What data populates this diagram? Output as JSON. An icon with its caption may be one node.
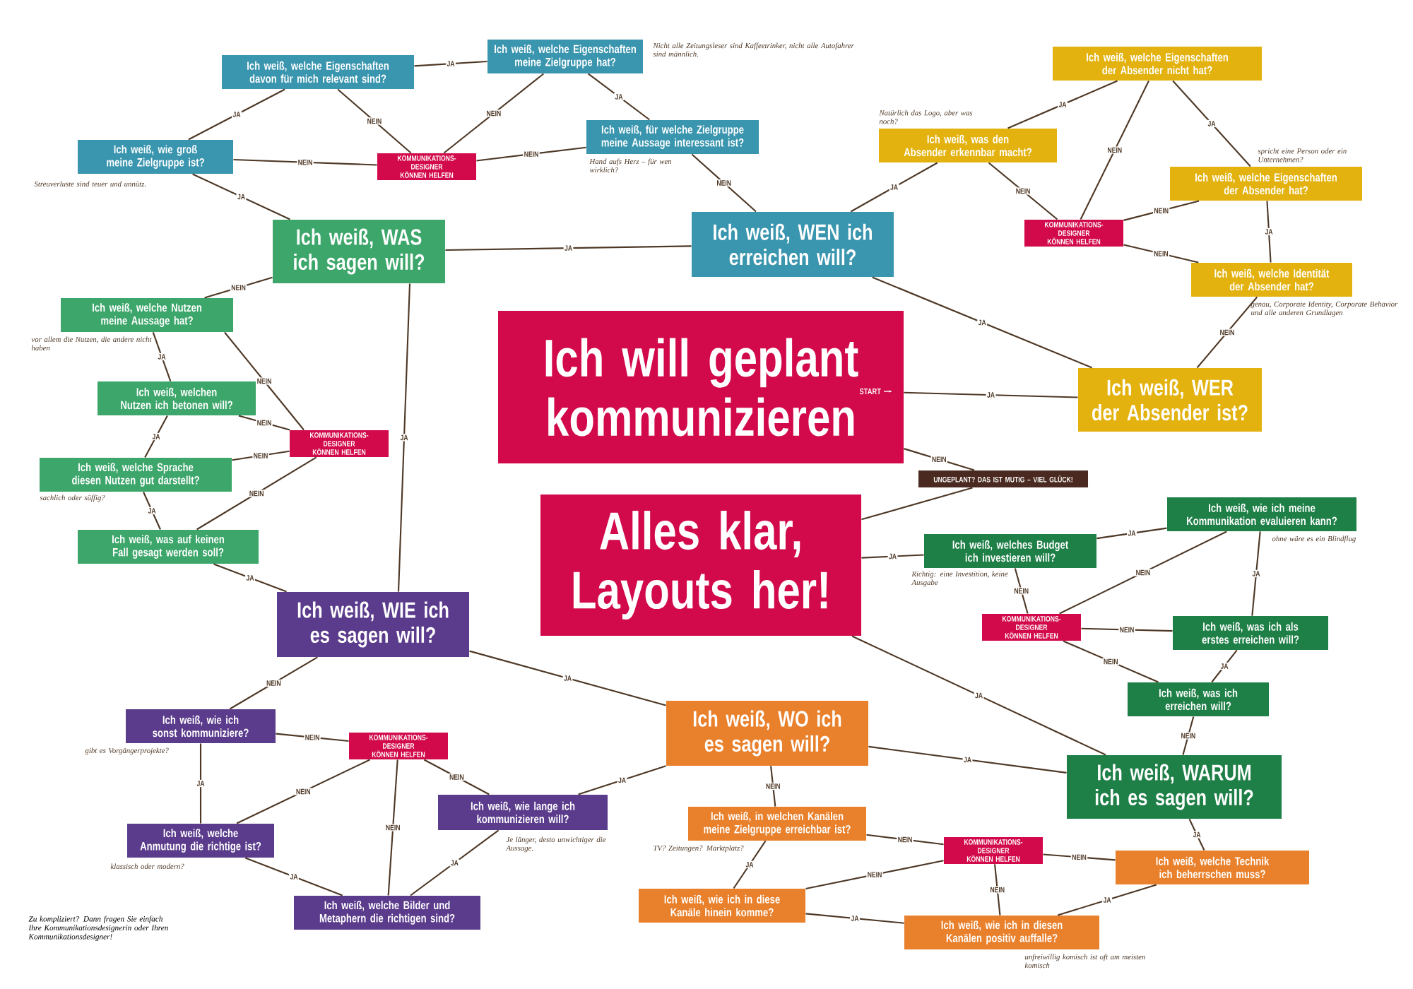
{
  "diagram": {
    "nodes": [
      {
        "text": [
          "Ich weiß, welche Eigenschaften davon für mich relevant sind?"
        ]
      },
      {
        "text": [
          "Ich weiß, welche Eigenschaften meine Zielgruppe hat?"
        ],
        "beside": [
          "Nicht alle Zeitungsleser sind Kaffeetrinker, nicht alle Autofahrer sind männlich."
        ]
      },
      {
        "text": [
          "Ich weiß, wie groß meine Zielgruppe ist?"
        ],
        "beside": [
          "Streuverluste sind teuer und unnütz."
        ]
      },
      {
        "text": [
          "KOMMUNIKATIONS-DESIGNER KÖNNEN HELFEN"
        ]
      },
      {
        "text": [
          "Ich weiß, für welche Zielgruppe meine Aussage interessant ist?"
        ],
        "beside": [
          "Hand aufs Herz – für wen wirklich?"
        ]
      },
      {
        "text": [
          "Ich weiß, WAS ich sagen will?"
        ]
      },
      {
        "text": [
          "Ich weiß, WEN ich erreichen will?"
        ]
      },
      {
        "text": [
          "Ich weiß, welche Eigenschaften der Absender nicht hat?"
        ]
      },
      {
        "text": [
          "Ich weiß, was den Absender erkennbar macht?"
        ],
        "beside": [
          "Natürlich das Logo, aber was noch?"
        ]
      },
      {
        "text": [
          "KOMMUNIKATIONS-DESIGNER KÖNNEN HELFEN"
        ]
      },
      {
        "text": [
          "Ich weiß, welche Eigenschaften der Absender hat?"
        ],
        "beside": [
          "spricht eine Person oder ein Unternehmen?"
        ]
      },
      {
        "text": [
          "Ich weiß, welche Identität der Absender hat?"
        ],
        "beside": [
          "genau, Corporate Identity, Corporate Behavior und alle anderen Grundlagen"
        ]
      },
      {
        "text": [
          "Ich weiß, WER der Absender ist?"
        ]
      },
      {
        "text": [
          "Ich will geplant kommunizieren"
        ]
      },
      {
        "text": [
          "UNGEPLANT? DAS IST MUTIG – VIEL GLÜCK!"
        ]
      },
      {
        "text": [
          "Alles klar, Layouts her!"
        ]
      },
      {
        "text": [
          "Ich weiß, welche Nutzen meine Aussage hat?"
        ],
        "beside": [
          "vor allem die Nutzen, die andere nicht haben"
        ]
      },
      {
        "text": [
          "Ich weiß, welchen Nutzen ich betonen will?"
        ]
      },
      {
        "text": [
          "KOMMUNIKATIONS-DESIGNER KÖNNEN HELFEN"
        ]
      },
      {
        "text": [
          "Ich weiß, welche Sprache diesen Nutzen gut darstellt?"
        ],
        "beside": [
          "sachlich oder süffig?"
        ]
      },
      {
        "text": [
          "Ich weiß, was auf keinen Fall gesagt werden soll?"
        ]
      },
      {
        "text": [
          "Ich weiß, WIE ich es sagen will?"
        ]
      },
      {
        "text": [
          "Ich weiß, wie ich sonst kommuniziere?"
        ],
        "beside": [
          "gibt es Vorgängerprojekte?"
        ]
      },
      {
        "text": [
          "KOMMUNIKATIONS-DESIGNER KÖNNEN HELFEN"
        ]
      },
      {
        "text": [
          "Ich weiß, welche Anmutung die richtige ist?"
        ],
        "beside": [
          "klassisch oder modern?"
        ]
      },
      {
        "text": [
          "Ich weiß, wie lange ich kommunizieren will?"
        ],
        "beside": [
          "Je länger, desto unwichtiger die Aussage."
        ]
      },
      {
        "text": [
          "Ich weiß, welche Bilder und Metaphern die richtigen sind?"
        ]
      },
      {
        "text": [
          "Ich weiß, WO ich es sagen will?"
        ]
      },
      {
        "text": [
          "Ich weiß, in welchen Kanälen meine Zielgruppe erreichbar ist?"
        ],
        "beside": [
          "TV? Zeitungen? Marktplatz?"
        ]
      },
      {
        "text": [
          "Ich weiß, wie ich in diese Kanäle hinein komme?"
        ]
      },
      {
        "text": [
          "KOMMUNIKATIONS-DESIGNER KÖNNEN HELFEN"
        ]
      },
      {
        "text": [
          "Ich weiß, wie ich in diesen Kanälen positiv auffalle?"
        ],
        "beside": [
          "unfreiwillig komisch ist oft am meisten komisch"
        ]
      },
      {
        "text": [
          "Ich weiß, welche Technik ich beherrschen muss?"
        ]
      },
      {
        "text": [
          "Ich weiß, wie ich meine Kommunikation evaluieren kann?"
        ],
        "beside": [
          "ohne wäre es ein Blindflug"
        ]
      },
      {
        "text": [
          "Ich weiß, welches Budget ich investieren will?"
        ],
        "beside": [
          "Richtig: eine Investition, keine Ausgabe"
        ]
      },
      {
        "text": [
          "KOMMUNIKATIONS-DESIGNER KÖNNEN HELFEN"
        ]
      },
      {
        "text": [
          "Ich weiß, was ich als erstes erreichen will?"
        ]
      },
      {
        "text": [
          "Ich weiß, was ich erreichen will?"
        ]
      },
      {
        "text": [
          "Ich weiß, WARUM ich es sagen will?"
        ]
      }
    ],
    "edges": [
      {
        "from": 0,
        "to": 1,
        "arrow": "none",
        "label": "JA"
      },
      {
        "from": 0,
        "to": 2,
        "arrow": "none",
        "label": "JA"
      },
      {
        "from": 0,
        "to": 3,
        "arrow": "none",
        "label": "NEIN"
      },
      {
        "from": 1,
        "to": 3,
        "arrow": "none",
        "label": "NEIN"
      },
      {
        "from": 1,
        "to": 4,
        "arrow": "none",
        "label": "JA"
      },
      {
        "from": 2,
        "to": 3,
        "arrow": "none",
        "label": "NEIN"
      },
      {
        "from": 4,
        "to": 3,
        "arrow": "none",
        "label": "NEIN"
      },
      {
        "from": 2,
        "to": 5,
        "arrow": "none",
        "label": "JA"
      },
      {
        "from": 4,
        "to": 6,
        "arrow": "none",
        "label": "NEIN"
      },
      {
        "from": 5,
        "to": 6,
        "arrow": "none",
        "label": "JA"
      },
      {
        "from": 6,
        "to": 8,
        "arrow": "none",
        "label": "JA"
      },
      {
        "from": 6,
        "to": 12,
        "arrow": "none",
        "label": "JA"
      },
      {
        "from": 8,
        "to": 7,
        "arrow": "none",
        "label": "JA"
      },
      {
        "from": 8,
        "to": 9,
        "arrow": "none",
        "label": "NEIN"
      },
      {
        "from": 7,
        "to": 9,
        "arrow": "none",
        "label": "NEIN"
      },
      {
        "from": 7,
        "to": 10,
        "arrow": "none",
        "label": "JA"
      },
      {
        "from": 10,
        "to": 9,
        "arrow": "none",
        "label": "NEIN"
      },
      {
        "from": 10,
        "to": 11,
        "arrow": "none",
        "label": "JA"
      },
      {
        "from": 9,
        "to": 11,
        "arrow": "none",
        "label": "NEIN"
      },
      {
        "from": 11,
        "to": 12,
        "arrow": "none",
        "label": "NEIN"
      },
      {
        "from": 13,
        "to": 12,
        "arrow": "none",
        "label": "JA"
      },
      {
        "from": 13,
        "to": 14,
        "arrow": "none",
        "label": "NEIN"
      },
      {
        "from": 14,
        "to": 15,
        "arrow": "none"
      },
      {
        "from": 15,
        "to": 34,
        "arrow": "none",
        "label": "JA"
      },
      {
        "from": 15,
        "to": 38,
        "arrow": "none",
        "label": "JA"
      },
      {
        "from": 34,
        "to": 33,
        "arrow": "none",
        "label": "JA"
      },
      {
        "from": 34,
        "to": 35,
        "arrow": "none",
        "label": "NEIN"
      },
      {
        "from": 33,
        "to": 35,
        "arrow": "none",
        "label": "NEIN"
      },
      {
        "from": 33,
        "to": 36,
        "arrow": "none",
        "label": "JA"
      },
      {
        "from": 36,
        "to": 35,
        "arrow": "none",
        "label": "NEIN"
      },
      {
        "from": 36,
        "to": 37,
        "arrow": "none",
        "label": "JA"
      },
      {
        "from": 35,
        "to": 37,
        "arrow": "none",
        "label": "NEIN"
      },
      {
        "from": 37,
        "to": 38,
        "arrow": "none",
        "label": "NEIN"
      },
      {
        "from": 27,
        "to": 38,
        "arrow": "none",
        "label": "JA"
      },
      {
        "from": 38,
        "to": 32,
        "arrow": "none",
        "label": "JA"
      },
      {
        "from": 32,
        "to": 30,
        "arrow": "none",
        "label": "NEIN"
      },
      {
        "from": 32,
        "to": 31,
        "arrow": "none",
        "label": "JA"
      },
      {
        "from": 30,
        "to": 31,
        "arrow": "none",
        "label": "NEIN"
      },
      {
        "from": 28,
        "to": 30,
        "arrow": "none",
        "label": "NEIN"
      },
      {
        "from": 29,
        "to": 30,
        "arrow": "none",
        "label": "NEIN"
      },
      {
        "from": 29,
        "to": 31,
        "arrow": "none",
        "label": "JA"
      },
      {
        "from": 28,
        "to": 29,
        "arrow": "none",
        "label": "JA"
      },
      {
        "from": 27,
        "to": 28,
        "arrow": "none",
        "label": "NEIN"
      },
      {
        "from": 21,
        "to": 27,
        "arrow": "none",
        "label": "JA"
      },
      {
        "from": 25,
        "to": 27,
        "arrow": "none",
        "label": "JA"
      },
      {
        "from": 21,
        "to": 22,
        "arrow": "none",
        "label": "NEIN"
      },
      {
        "from": 22,
        "to": 23,
        "arrow": "none",
        "label": "NEIN"
      },
      {
        "from": 22,
        "to": 24,
        "arrow": "none",
        "label": "JA"
      },
      {
        "from": 24,
        "to": 23,
        "arrow": "none",
        "label": "NEIN"
      },
      {
        "from": 24,
        "to": 26,
        "arrow": "none",
        "label": "JA"
      },
      {
        "from": 23,
        "to": 26,
        "arrow": "none",
        "label": "NEIN"
      },
      {
        "from": 23,
        "to": 25,
        "arrow": "none",
        "label": "NEIN"
      },
      {
        "from": 25,
        "to": 26,
        "arrow": "none",
        "label": "JA"
      },
      {
        "from": 5,
        "to": 16,
        "arrow": "none",
        "label": "NEIN"
      },
      {
        "from": 5,
        "to": 21,
        "arrow": "none",
        "label": "JA"
      },
      {
        "from": 16,
        "to": 17,
        "arrow": "none",
        "label": "JA"
      },
      {
        "from": 16,
        "to": 18,
        "arrow": "none",
        "label": "NEIN"
      },
      {
        "from": 17,
        "to": 18,
        "arrow": "none",
        "label": "NEIN"
      },
      {
        "from": 17,
        "to": 19,
        "arrow": "none",
        "label": "JA"
      },
      {
        "from": 19,
        "to": 18,
        "arrow": "none",
        "label": "NEIN"
      },
      {
        "from": 19,
        "to": 20,
        "arrow": "none",
        "label": "JA"
      },
      {
        "from": 18,
        "to": 20,
        "arrow": "none",
        "label": "NEIN"
      },
      {
        "from": 20,
        "to": 21,
        "arrow": "none",
        "label": "JA"
      }
    ],
    "labels": [
      "START",
      "Zu kompliziert? Dann fragen Sie einfach Ihre Kommunikationsdesignerin oder Ihren Kommunikationsdesigner!"
    ]
  }
}
